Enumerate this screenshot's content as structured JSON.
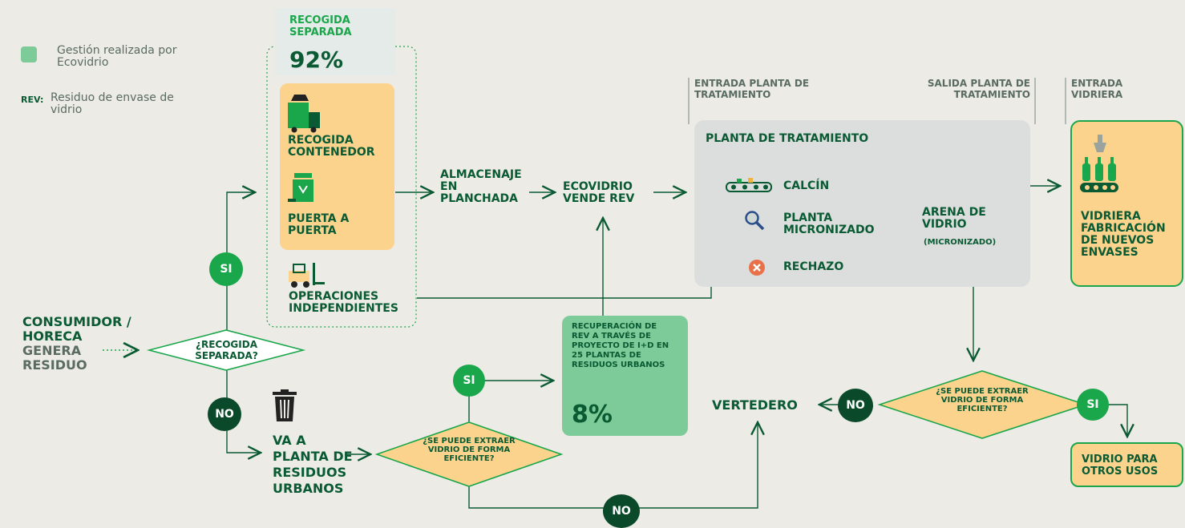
{
  "legend": {
    "managed_label": "Gestión realizada por Ecovidrio",
    "rev_abbr": "REV:",
    "rev_def": "Residuo de envase de vidrio"
  },
  "recogida_separada": {
    "title": "RECOGIDA SEPARADA",
    "pct": "92%"
  },
  "contenedor": "RECOGIDA CONTENEDOR",
  "puerta": "PUERTA A PUERTA",
  "operaciones": "OPERACIONES INDEPENDIENTES",
  "almacenaje": "ALMACENAJE EN PLANCHADA",
  "ecovidrio_vende": "ECOVIDRIO VENDE REV",
  "entrada_planta": "ENTRADA PLANTA DE TRATAMIENTO",
  "salida_planta": "SALIDA PLANTA DE TRATAMIENTO",
  "entrada_vidriera": "ENTRADA VIDRIERA",
  "planta": {
    "title": "PLANTA DE TRATAMIENTO",
    "calcin": "CALCÍN",
    "micronizado": "PLANTA MICRONIZADO",
    "arena": "ARENA DE VIDRIO",
    "arena_sub": "(MICRONIZADO)",
    "rechazo": "RECHAZO"
  },
  "vidriera": "VIDRIERA FABRICACIÓN DE NUEVOS ENVASES",
  "consumidor": {
    "line1": "CONSUMIDOR /",
    "line2": "HORECA",
    "line3": "GENERA",
    "line4": "RESIDUO"
  },
  "recogida_q": "¿RECOGIDA SEPARADA?",
  "si": "SI",
  "no": "NO",
  "planta_residuos": "VA A PLANTA DE RESIDUOS URBANOS",
  "extraer_q": "¿SE PUEDE EXTRAER VIDRIO DE FORMA EFICIENTE?",
  "recuperacion": {
    "text": "RECUPERACIÓN DE REV A TRAVÉS DE PROYECTO DE I+D EN 25 PLANTAS DE RESIDUOS URBANOS",
    "pct": "8%"
  },
  "vertedero": "VERTEDERO",
  "otros_usos": "VIDRIO PARA OTROS USOS",
  "colors": {
    "dark_green": "#0a5a33",
    "light_green": "#1aa64a",
    "orange": "#fcd38c",
    "grey_box": "#dfe0df",
    "mint": "#7dcb98"
  }
}
